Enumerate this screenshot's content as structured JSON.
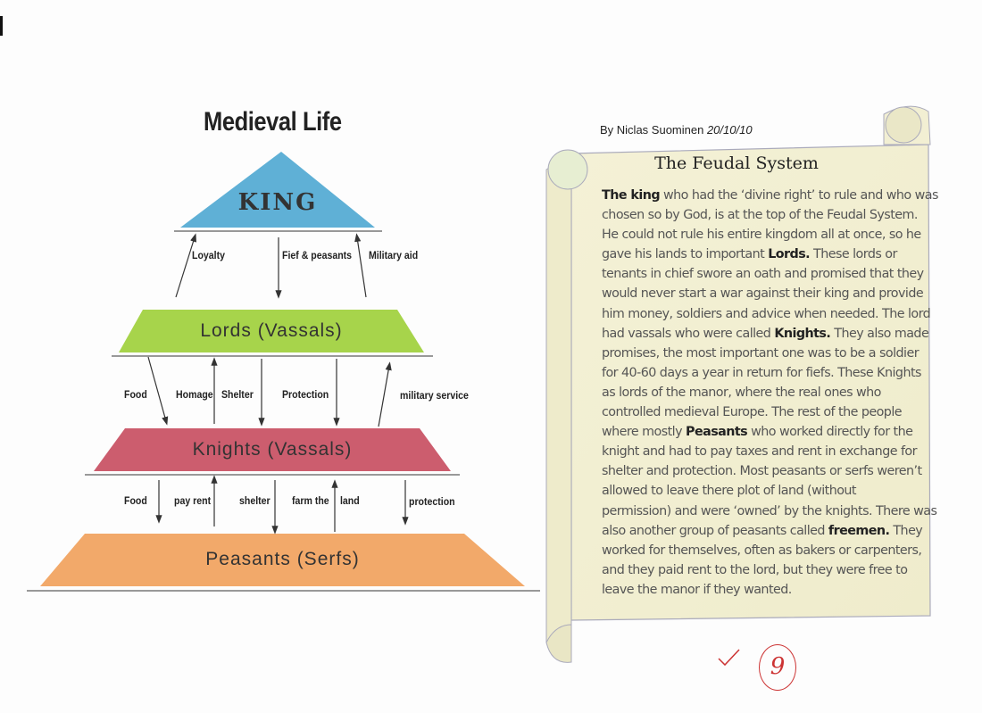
{
  "diagram": {
    "title": "Medieval Life",
    "levels": {
      "king": "KING",
      "lords": "Lords (Vassals)",
      "knights": "Knights (Vassals)",
      "peasants": "Peasants (Serfs)"
    },
    "king_lords_labels": [
      "Loyalty",
      "Fief & peasants",
      "Military aid"
    ],
    "lords_knights_labels": [
      "Food",
      "Homage",
      "Shelter",
      "Protection",
      "military service"
    ],
    "knights_peasants_labels": [
      "Food",
      "pay rent",
      "shelter",
      "farm the",
      "land",
      "protection"
    ],
    "colors": {
      "king": "#5fb0d6",
      "lords": "#a7d44b",
      "knights": "#cc5d6e",
      "peasants": "#f2a96a"
    }
  },
  "author": {
    "byline": "By Niclas Suominen",
    "date": "20/10/10"
  },
  "scroll": {
    "title": "The Feudal System",
    "lines": [
      [
        {
          "b": "The king"
        },
        {
          "t": " who had the ‘divine right’ to rule and who was"
        }
      ],
      [
        {
          "t": "chosen so by God, is at the top of the Feudal System."
        }
      ],
      [
        {
          "t": "He could not rule his entire kingdom all at once, so he"
        }
      ],
      [
        {
          "t": "gave his lands to important "
        },
        {
          "b": "Lords."
        },
        {
          "t": " These lords or"
        }
      ],
      [
        {
          "t": "tenants in chief swore an oath and promised that they"
        }
      ],
      [
        {
          "t": "would never start a war against their king and provide"
        }
      ],
      [
        {
          "t": "him money, soldiers and advice when needed. The lord"
        }
      ],
      [
        {
          "t": "had vassals who were called "
        },
        {
          "b": "Knights."
        },
        {
          "t": " They also made"
        }
      ],
      [
        {
          "t": "promises, the most important one was to be a soldier"
        }
      ],
      [
        {
          "t": "for 40-60 days a year in return for fiefs. These Knights"
        }
      ],
      [
        {
          "t": "as lords of the manor, where the real ones who"
        }
      ],
      [
        {
          "t": "controlled medieval Europe. The rest of the people"
        }
      ],
      [
        {
          "t": "where mostly "
        },
        {
          "b": "Peasants"
        },
        {
          "t": " who worked directly for the"
        }
      ],
      [
        {
          "t": "knight and had to pay taxes and rent in exchange for"
        }
      ],
      [
        {
          "t": "shelter and protection. Most peasants or serfs weren’t"
        }
      ],
      [
        {
          "t": "allowed to leave there plot of land (without"
        }
      ],
      [
        {
          "t": "permission) and were ‘owned’ by the knights. There was"
        }
      ],
      [
        {
          "t": "also another group of peasants called "
        },
        {
          "b": "freemen."
        },
        {
          "t": " They"
        }
      ],
      [
        {
          "t": "worked for themselves, often as bakers or carpenters,"
        }
      ],
      [
        {
          "t": "and they paid rent to the lord, but they were free to"
        }
      ],
      [
        {
          "t": "leave the manor if they wanted."
        }
      ]
    ]
  },
  "grading": {
    "check": "✓",
    "score": "9"
  }
}
